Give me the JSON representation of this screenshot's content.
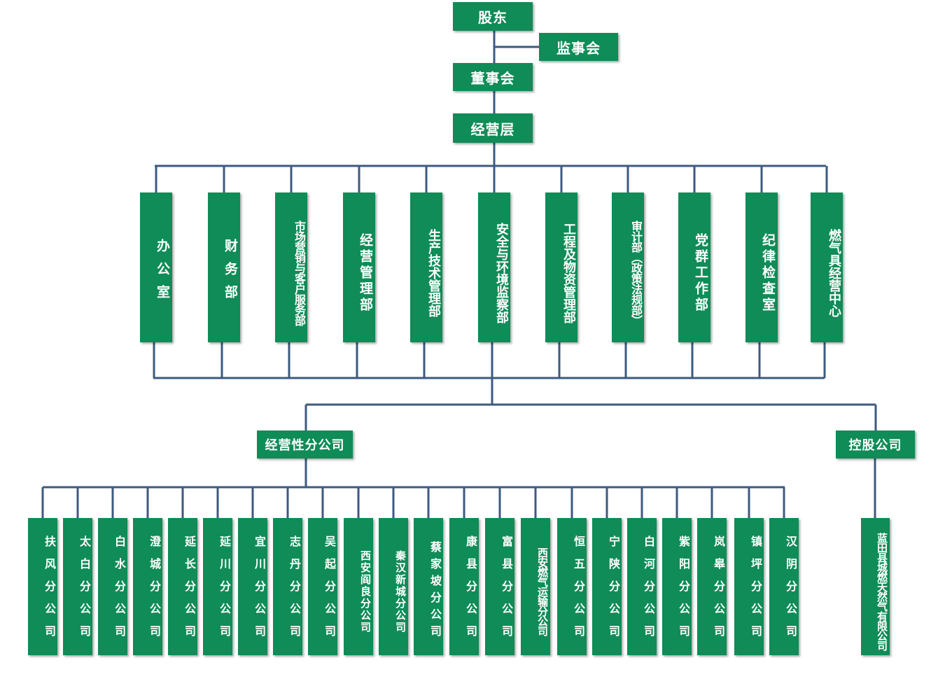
{
  "top": {
    "shareholders": "股东",
    "supervisory_board": "监事会",
    "board_of_directors": "董事会",
    "management": "经营层"
  },
  "departments": [
    "办公室",
    "财务部",
    "市场营销与客户服务部",
    "经营管理部",
    "生产技术管理部",
    "安全与环境监察部",
    "工程及物资管理部",
    "审计部（政策法规部）",
    "党群工作部",
    "纪律检查室",
    "燃气具经营中心"
  ],
  "groups": {
    "operating_branches": "经营性分公司",
    "holding_company": "控股公司"
  },
  "branches": [
    "扶风分公司",
    "太白分公司",
    "白水分公司",
    "澄城分公司",
    "延长分公司",
    "延川分公司",
    "宜川分公司",
    "志丹分公司",
    "吴起分公司",
    "西安阎良分公司",
    "秦汉新城分公司",
    "蔡家坡分公司",
    "康县分公司",
    "富县分公司",
    "西安燃气运输分公司",
    "恒五分公司",
    "宁陕分公司",
    "白河分公司",
    "紫阳分公司",
    "岚皋分公司",
    "镇坪分公司",
    "汉阴分公司"
  ],
  "holding": [
    "蓝田县城燃天然气有限公司"
  ],
  "colors": {
    "box": "#0f8c57",
    "line": "#3d5a80",
    "text": "#ffffff"
  }
}
